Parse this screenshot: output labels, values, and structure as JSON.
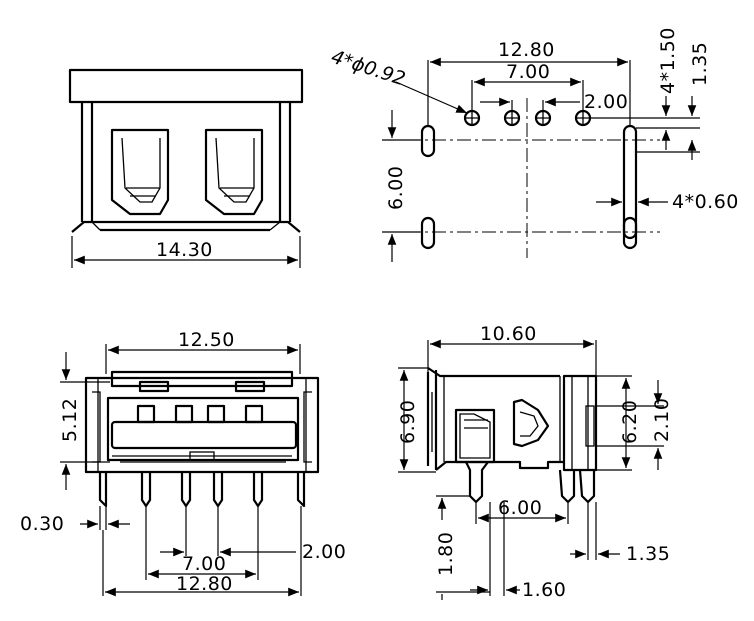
{
  "dimensions": {
    "top_front_width": "14.30",
    "pcb_pin_span": "12.80",
    "pcb_signal_span": "7.00",
    "pcb_pitch": "2.00",
    "pcb_hole": "4*ϕ0.92",
    "pcb_y1": "4*1.50",
    "pcb_y2": "1.35",
    "pcb_row": "6.00",
    "pcb_slot": "4*0.60",
    "front_width": "12.50",
    "front_height": "5.12",
    "front_pin": "0.30",
    "front_signal_span": "7.00",
    "front_pitch": "2.00",
    "front_pin_span": "12.80",
    "side_length": "10.60",
    "side_height": "6.90",
    "side_h2": "6.20",
    "side_h3": "2.10",
    "side_pin_row": "6.00",
    "side_pin_len": "1.80",
    "side_pin_off": "1.60",
    "side_tail": "1.35"
  }
}
